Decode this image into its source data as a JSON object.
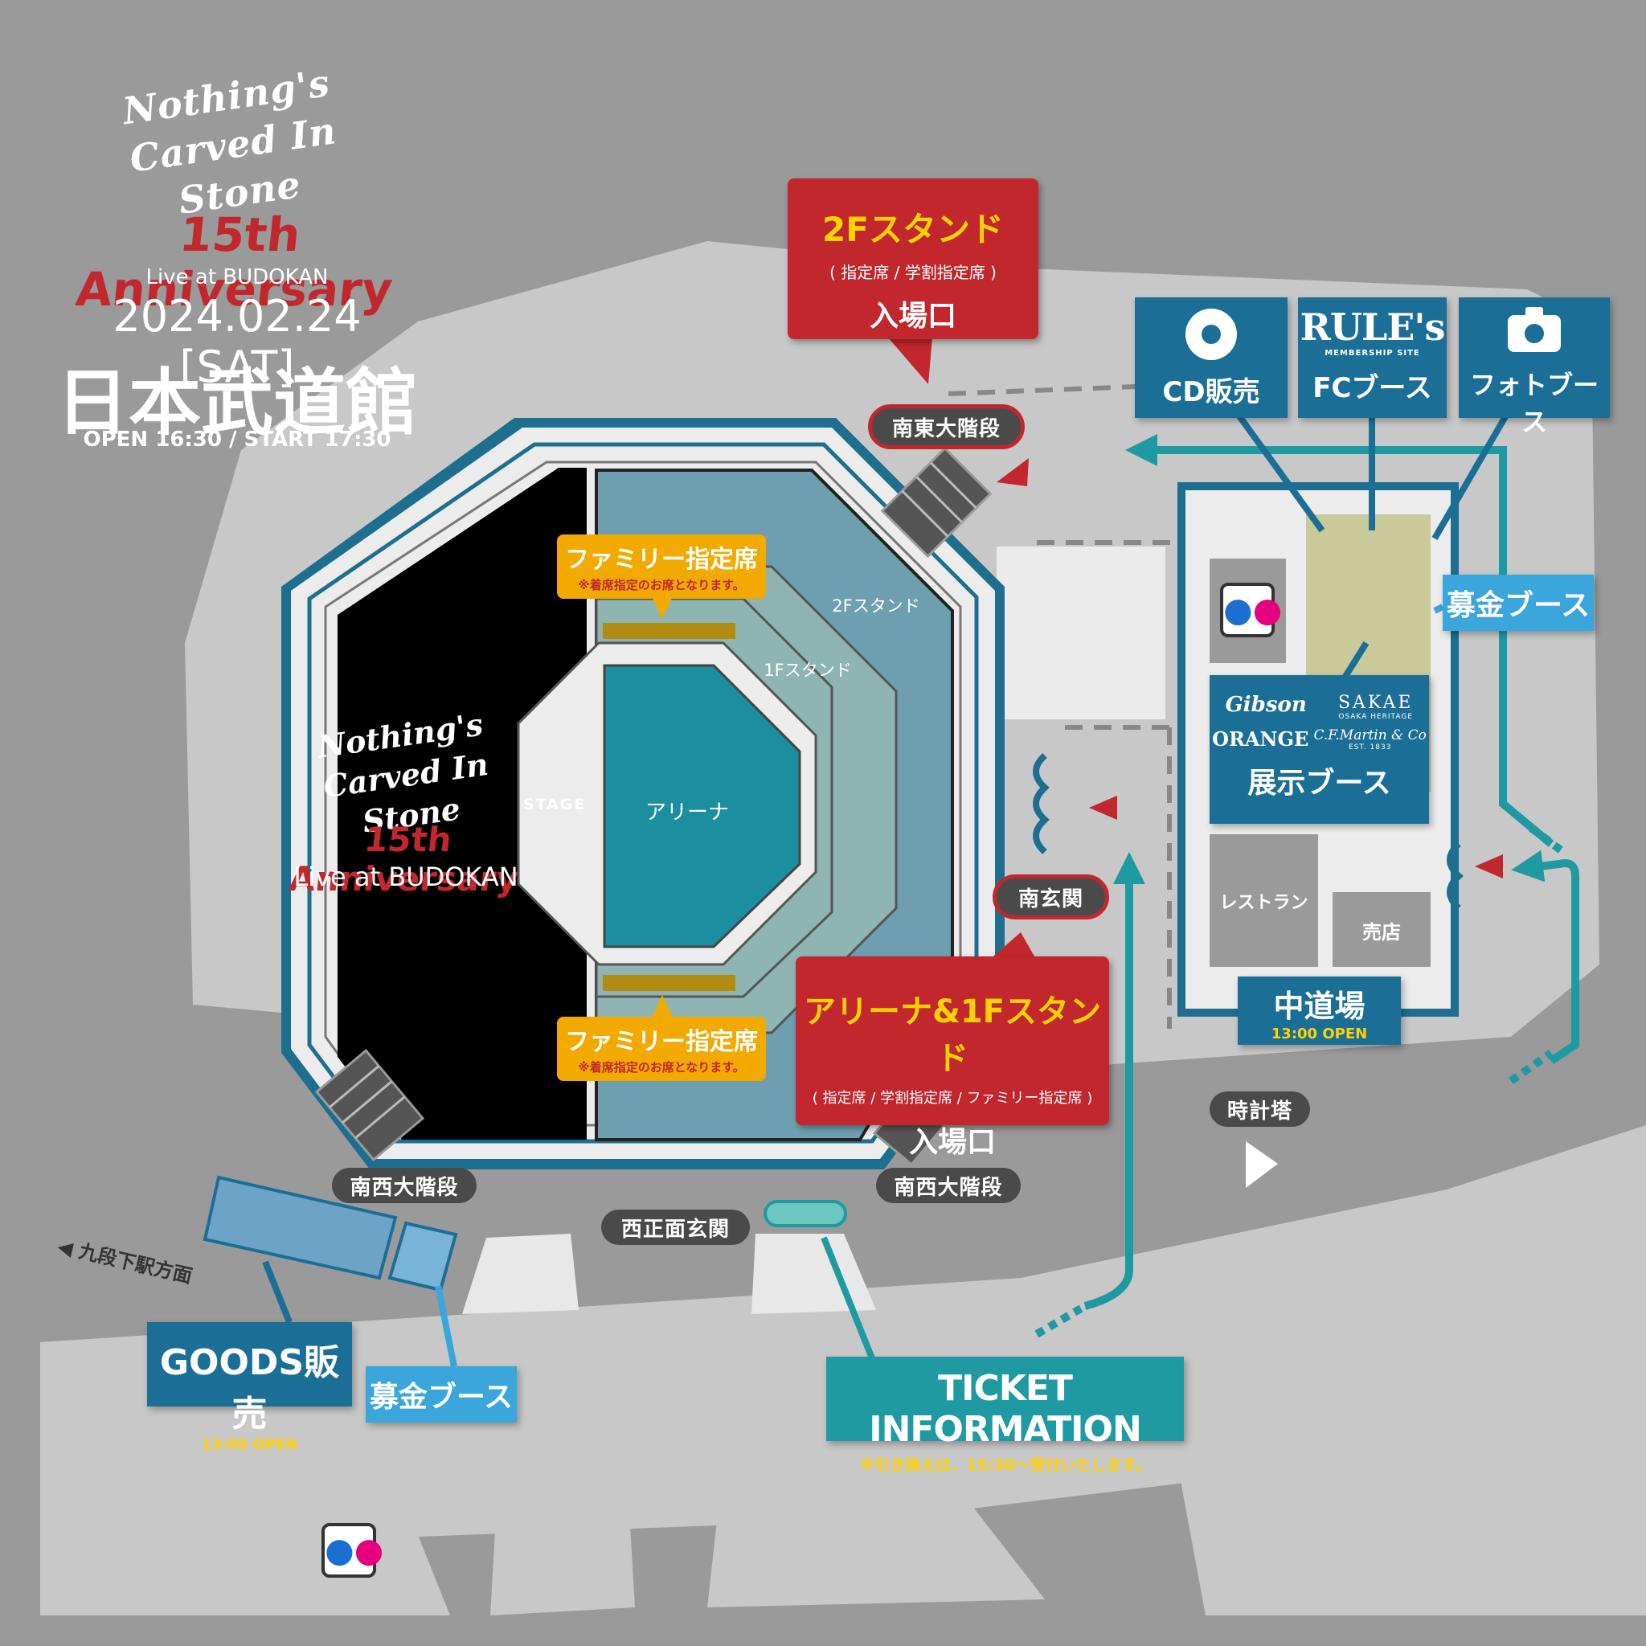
{
  "event": {
    "logo_text": "Nothing's Carved In Stone",
    "anniversary": "15th Anniversary",
    "subtitle": "Live at BUDOKAN",
    "date": "2024.02.24 [SAT]",
    "venue": "日本武道館",
    "times": "OPEN 16:30 / START 17:30"
  },
  "venue_labels": {
    "stage": "STAGE",
    "arena": "アリーナ",
    "stand_1f": "1Fスタンド",
    "stand_2f": "2Fスタンド",
    "center_anniversary": "15th Anniversary",
    "center_subtitle": "Live at BUDOKAN"
  },
  "family_seats": {
    "title": "ファミリー指定席",
    "note": "※着席指定のお席となります。"
  },
  "entrances": {
    "upper": {
      "title": "2Fスタンド",
      "sub": "( 指定席 / 学割指定席 )",
      "label": "入場口"
    },
    "lower": {
      "title": "アリーナ&1Fスタンド",
      "sub": "( 指定席 / 学割指定席 / ファミリー指定席 )",
      "label": "入場口"
    }
  },
  "places": {
    "southeast_stairs": "南東大階段",
    "south_entrance": "南玄関",
    "southwest_stairs_left": "南西大階段",
    "southwest_stairs_right": "南西大階段",
    "west_entrance": "西正面玄関",
    "clock_tower": "時計塔",
    "kudanshita": "◀ 九段下駅方面",
    "restaurant": "レストラン",
    "shop": "売店"
  },
  "dojo": {
    "name": "中道場",
    "open": "13:00 OPEN",
    "exhibit": "展示ブース",
    "brands": [
      "Gibson",
      "SAKAE",
      "OSAKA HERITAGE",
      "ORANGE",
      "C.F.Martin & Co",
      "EST. 1833"
    ]
  },
  "booths": {
    "cd": "CD販売",
    "fc": "FCブース",
    "fc_logo": "RULE's",
    "fc_logo_sub": "MEMBERSHIP SITE",
    "photo": "フォトブース",
    "donation": "募金ブース",
    "goods": "GOODS販売",
    "goods_open": "13:00 OPEN",
    "donation2": "募金ブース"
  },
  "ticket": {
    "title": "TICKET INFORMATION",
    "note": "※引き換えは、15:30～受付いたします。"
  },
  "colors": {
    "background": "#9a9a9a",
    "ground": "#c8c8c8",
    "red": "#c1272d",
    "navy_blue": "#1b6f97",
    "light_blue": "#3aa6db",
    "teal": "#1f9aa3",
    "arena_teal": "#1b8f9f",
    "stand_blue": "#6e9fb0",
    "yellow": "#f2a900"
  },
  "icons": [
    "cd-disc-icon",
    "camera-icon",
    "restroom-icon",
    "direction-arrow-icon"
  ]
}
